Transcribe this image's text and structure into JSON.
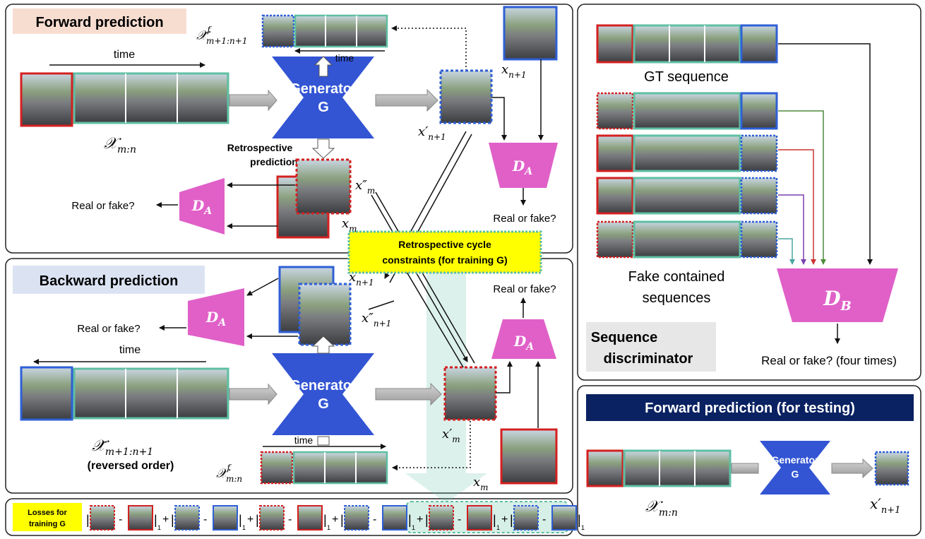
{
  "colors": {
    "red": "#d42020",
    "teal": "#5fbfa3",
    "blue": "#2f5fd6",
    "generator": "#3355d4",
    "disc": "#e060c8",
    "panel_title_forward_bg": "#f7ddd0",
    "panel_title_backward_bg": "#dbe3f3",
    "panel_title_seq_bg": "#e7e7e7",
    "testing_title_bg": "#0a2262",
    "callout_bg": "#ffff00",
    "callout_border": "#5fbfa3",
    "green_arrow": "#4f8a3a",
    "red_arrow": "#c33",
    "purple_arrow": "#7a3fb0",
    "teal_arrow": "#4aa6a0"
  },
  "icons": [
    "frame-thumbnail",
    "generator-hourglass",
    "discriminator-trapezoid",
    "arrow"
  ],
  "forward": {
    "title": "Forward prediction",
    "time_label": "time",
    "input_label": "𝒳",
    "input_sub": "m:n",
    "generator_line1": "Generator",
    "generator_line2": "G",
    "rev_seq_label": "𝒳̄",
    "rev_seq_sup": "f",
    "rev_seq_sub": "m+1:n+1",
    "rev_time_label": "time",
    "gt_label": "x",
    "gt_sub": "n+1",
    "pred_label": "x′",
    "pred_sub": "n+1",
    "retro_line1": "Retrospective",
    "retro_line2": "prediction",
    "xm2_label": "x″",
    "xm2_sub": "m",
    "xm_label": "x",
    "xm_sub": "m",
    "disc_label": "D",
    "disc_sub": "A",
    "real_fake_left": "Real or fake?",
    "real_fake_right": "Real or fake?"
  },
  "backward": {
    "title": "Backward prediction",
    "time_label": "time",
    "input_label": "𝒳̄",
    "input_sub": "m+1:n+1",
    "reversed": "(reversed order)",
    "generator_line1": "Generator",
    "generator_line2": "G",
    "xn1_label": "x",
    "xn1_sub": "n+1",
    "xn1b_label": "x″",
    "xn1b_sub": "n+1",
    "pred_label": "x′",
    "pred_sub": "m",
    "gt_label": "x",
    "gt_sub": "m",
    "fseq_label": "𝒳",
    "fseq_sup": "f",
    "fseq_sub": "m:n",
    "fseq_time": "time",
    "disc_label": "D",
    "disc_sub": "A",
    "real_fake_left": "Real or fake?",
    "real_fake_right": "Real or fake?"
  },
  "callout": {
    "line1": "Retrospective cycle",
    "line2": "constraints (for training G)"
  },
  "sequence": {
    "gt_label": "GT sequence",
    "fake_line1": "Fake contained",
    "fake_line2": "sequences",
    "title_line1": "Sequence",
    "title_line2": "discriminator",
    "disc_label": "D",
    "disc_sub": "B",
    "real_fake": "Real or fake? (four times)"
  },
  "testing": {
    "title": "Forward prediction (for testing)",
    "generator_line1": "Generator",
    "generator_line2": "G",
    "input_label": "𝒳",
    "input_sub": "m:n",
    "out_label": "x′",
    "out_sub": "n+1"
  },
  "losses": {
    "title_line1": "Losses for",
    "title_line2": "training G",
    "sep_minus": "-",
    "norm_sub": "1",
    "plus": "+"
  }
}
